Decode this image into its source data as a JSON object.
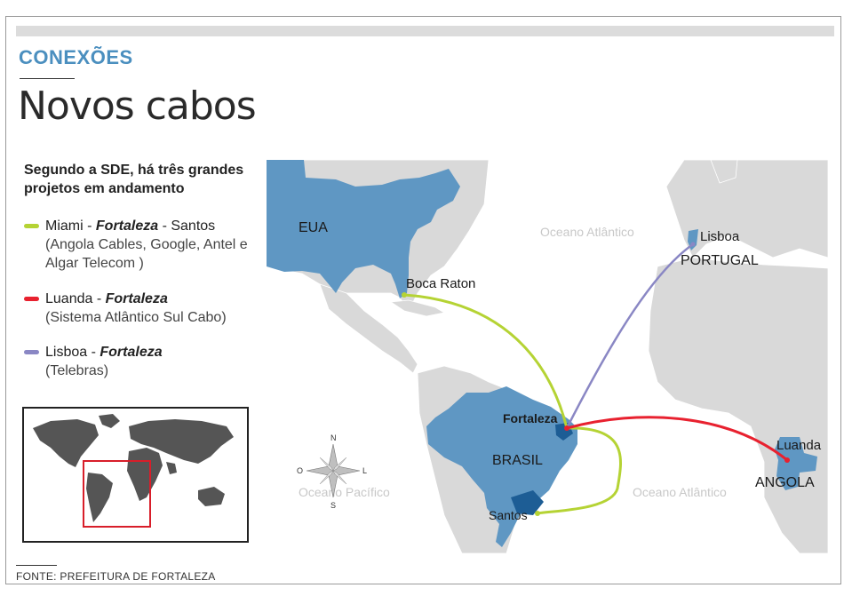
{
  "kicker": "CONEXÕES",
  "title": "Novos cabos",
  "intro": "Segundo a SDE, há três grandes projetos em andamento",
  "legend": [
    {
      "route_a": "Miami - ",
      "route_b": "Fortaleza",
      "route_c": " - Santos",
      "detail": "(Angola Cables, Google, Antel e Algar Telecom )",
      "color": "#b5d334"
    },
    {
      "route_a": "Luanda - ",
      "route_b": "Fortaleza",
      "route_c": "",
      "detail": "(Sistema Atlântico Sul Cabo)",
      "color": "#e8212f"
    },
    {
      "route_a": "Lisboa - ",
      "route_b": "Fortaleza",
      "route_c": "",
      "detail": "(Telebras)",
      "color": "#8a87c4"
    }
  ],
  "map": {
    "countries": {
      "usa": "EUA",
      "portugal": "PORTUGAL",
      "brazil": "BRASIL",
      "angola": "ANGOLA"
    },
    "cities": {
      "boca_raton": "Boca Raton",
      "lisboa": "Lisboa",
      "fortaleza": "Fortaleza",
      "santos": "Santos",
      "luanda": "Luanda"
    },
    "oceans": {
      "atlantic_north": "Oceano Atlântico",
      "atlantic_south": "Oceano Atlântico",
      "pacific": "Oceano Pacífico"
    },
    "compass": {
      "n": "N",
      "s": "S",
      "l": "L",
      "o": "O"
    }
  },
  "colors": {
    "land": "#d9d9d9",
    "highlight": "#5f97c3",
    "highlight_dark": "#1d5d95",
    "accent": "#4b8fbf"
  },
  "source": "FONTE: PREFEITURA DE FORTALEZA"
}
